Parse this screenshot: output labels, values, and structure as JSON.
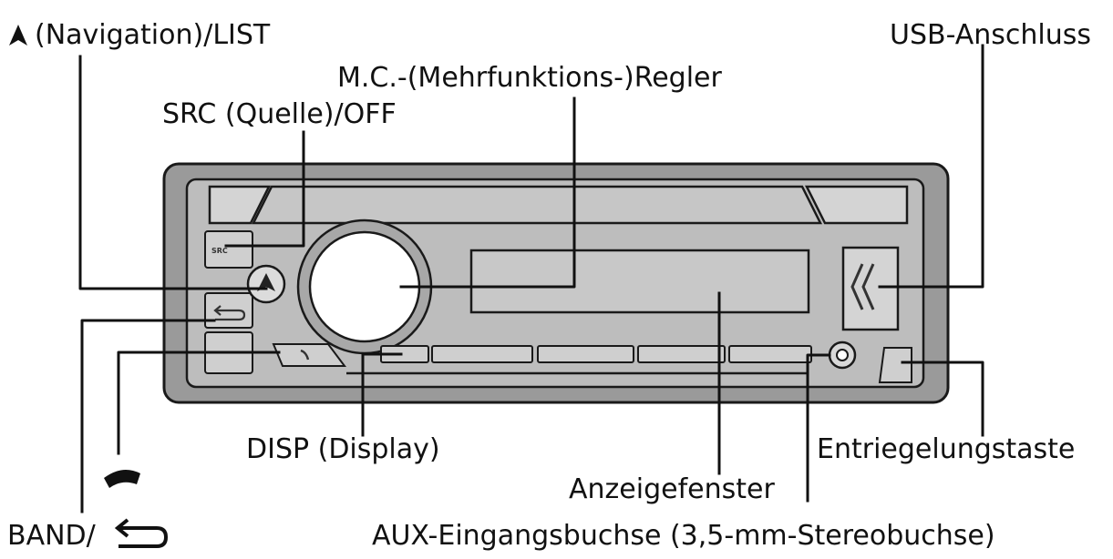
{
  "labels": {
    "navigation_list": "(Navigation)/LIST",
    "mc_regler": "M.C.-(Mehrfunktions-)Regler",
    "usb_anschluss": "USB-Anschluss",
    "src_off": "SRC (Quelle)/OFF",
    "disp": "DISP (Display)",
    "entriegelung": "Entriegelungstaste",
    "anzeigefenster": "Anzeigefenster",
    "band": "BAND/",
    "aux": "AUX-Eingangsbuchse (3,5-mm-Stereobuchse)"
  },
  "device_buttons": {
    "src": "SRC"
  },
  "icons": {
    "navigation": "navigation-triangle-icon",
    "phone": "phone-handset-icon",
    "back": "back-arrow-icon"
  },
  "colors": {
    "frame": "#9a9a9a",
    "face": "#bdbdbd",
    "parts": "#d4d4d4",
    "knob": "#ffffff",
    "display": "#c8c8c8",
    "ink": "#111111"
  }
}
